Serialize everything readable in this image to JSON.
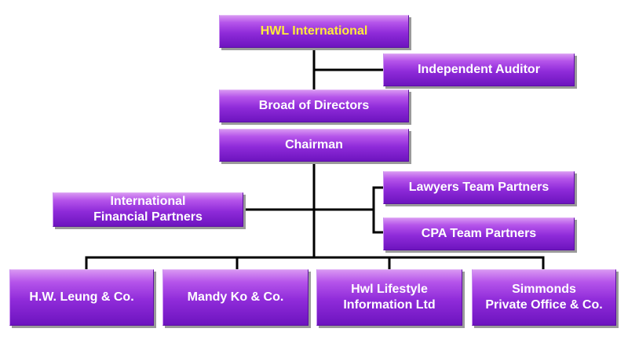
{
  "nodes": {
    "hwl_international": "HWL International",
    "independent_auditor": "Independent Auditor",
    "board_of_directors": "Broad of Directors",
    "chairman": "Chairman",
    "international_financial_partners": "International\nFinancial Partners",
    "lawyers_team_partners": "Lawyers Team Partners",
    "cpa_team_partners": "CPA Team Partners",
    "hw_leung": "H.W. Leung & Co.",
    "mandy_ko": "Mandy Ko & Co.",
    "hwl_lifestyle": "Hwl Lifestyle\nInformation Ltd",
    "simmonds": "Simmonds\nPrivate Office & Co."
  },
  "colors": {
    "box_gradient": [
      "#d896f2",
      "#b554ea",
      "#8f2bd9",
      "#6d14bf"
    ],
    "box_text": "#ffffff",
    "highlight_text": "#ffeb3b",
    "connector": "#000000",
    "shadow": "#9a9a9a"
  }
}
